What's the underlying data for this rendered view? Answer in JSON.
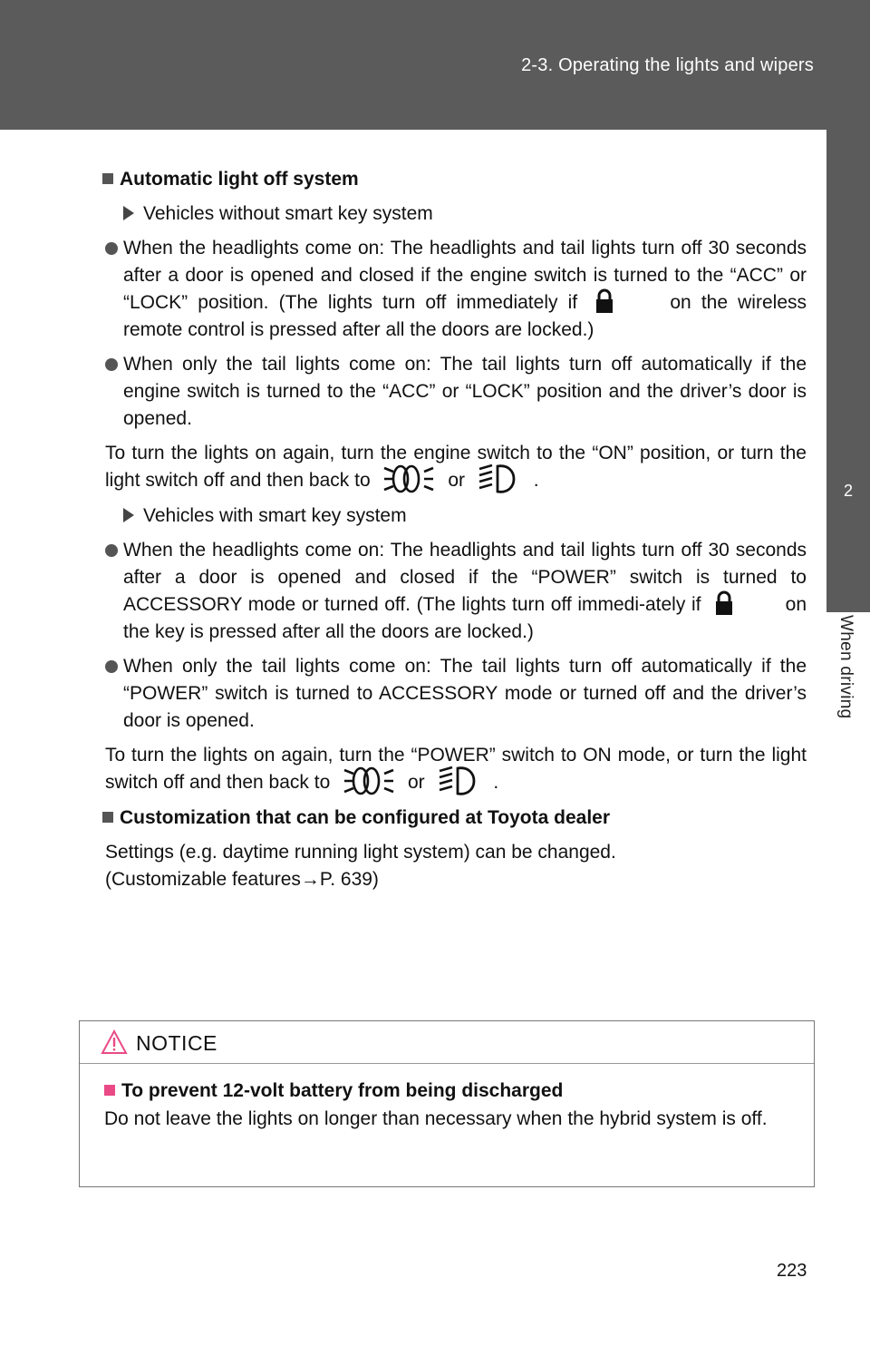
{
  "header": {
    "breadcrumb": "2-3. Operating the lights and wipers"
  },
  "side_tab": {
    "chapter_number": "2",
    "chapter_label": "When driving"
  },
  "section1": {
    "heading": "Automatic light off system",
    "sub_a": {
      "label": "Vehicles without smart key system",
      "bullet1_part1": "When the headlights come on: The headlights and tail lights turn off 30 seconds after a door is opened and closed if the engine switch is turned to the “ACC” or “LOCK” position. (The lights turn off immediately if",
      "bullet1_part2": "on the wireless remote control is pressed after all the doors are locked.)",
      "bullet2": "When only the tail lights come on: The tail lights turn off automatically if the engine switch is turned to the “ACC” or “LOCK” position and the driver’s door is opened.",
      "para_part1": "To turn the lights on again, turn the engine switch to the “ON” position, or turn the light switch off and then back to",
      "or": "or",
      "end": "."
    },
    "sub_b": {
      "label": "Vehicles with smart key system",
      "bullet1_part1": "When the headlights come on: The headlights and tail lights turn off 30 seconds after a door is opened and closed if the “POWER” switch is turned to ACCESSORY mode or turned off. (The lights turn off immedi-ately if",
      "bullet1_part2": "on the key is pressed after all the doors are locked.)",
      "bullet2": "When only the tail lights come on: The tail lights turn off automatically if the “POWER” switch is turned to ACCESSORY mode or turned off and the driver’s door is opened.",
      "para_part1": "To turn the lights on again, turn the “POWER” switch to ON mode, or turn the light switch off and then back to",
      "or": "or",
      "end": "."
    }
  },
  "section2": {
    "heading": "Customization that can be configured at Toyota dealer",
    "line1": "Settings (e.g. daytime running light system) can be changed.",
    "line2": "(Customizable features→P. 639)"
  },
  "notice": {
    "title": "NOTICE",
    "heading": "To prevent 12-volt battery from being discharged",
    "text": "Do not leave the lights on longer than necessary when the hybrid system is off."
  },
  "page_number": "223",
  "colors": {
    "header_bg": "#5b5b5b",
    "notice_accent": "#e94a86"
  }
}
